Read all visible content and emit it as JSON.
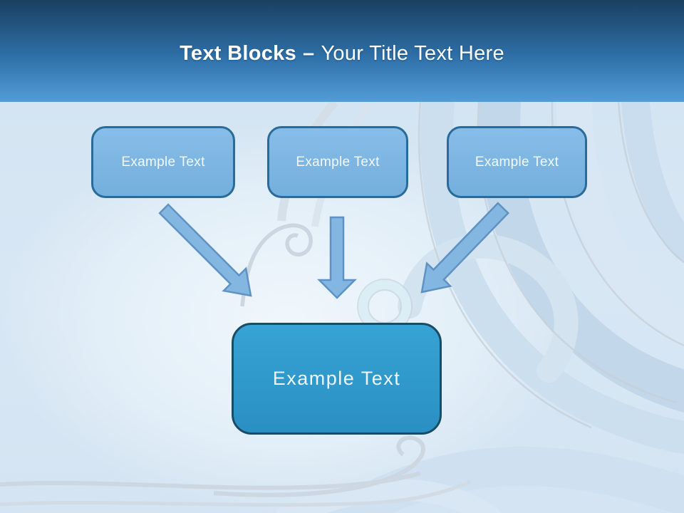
{
  "header": {
    "title_bold": "Text Blocks",
    "title_separator": "–",
    "title_regular": "Your Title Text Here"
  },
  "blocks": {
    "top": [
      {
        "label": "Example Text"
      },
      {
        "label": "Example Text"
      },
      {
        "label": "Example Text"
      }
    ],
    "center": {
      "label": "Example Text"
    }
  },
  "icons": {
    "arrows": [
      "arrow-down-right-icon",
      "arrow-down-icon",
      "arrow-down-left-icon"
    ]
  },
  "colors": {
    "header_gradient_top": "#1a3f60",
    "header_gradient_bottom": "#529dd7",
    "title_text": "#ffffff",
    "small_block_fill": "#7cb5e2",
    "small_block_border": "#2a6b9a",
    "center_block_fill": "#2e96c8",
    "center_block_border": "#1a4c66",
    "arrow_fill": "#83b7e1",
    "arrow_border": "#5e92c4",
    "background_base": "#d6e6f3",
    "wave_outline": "#c8d2dc"
  }
}
